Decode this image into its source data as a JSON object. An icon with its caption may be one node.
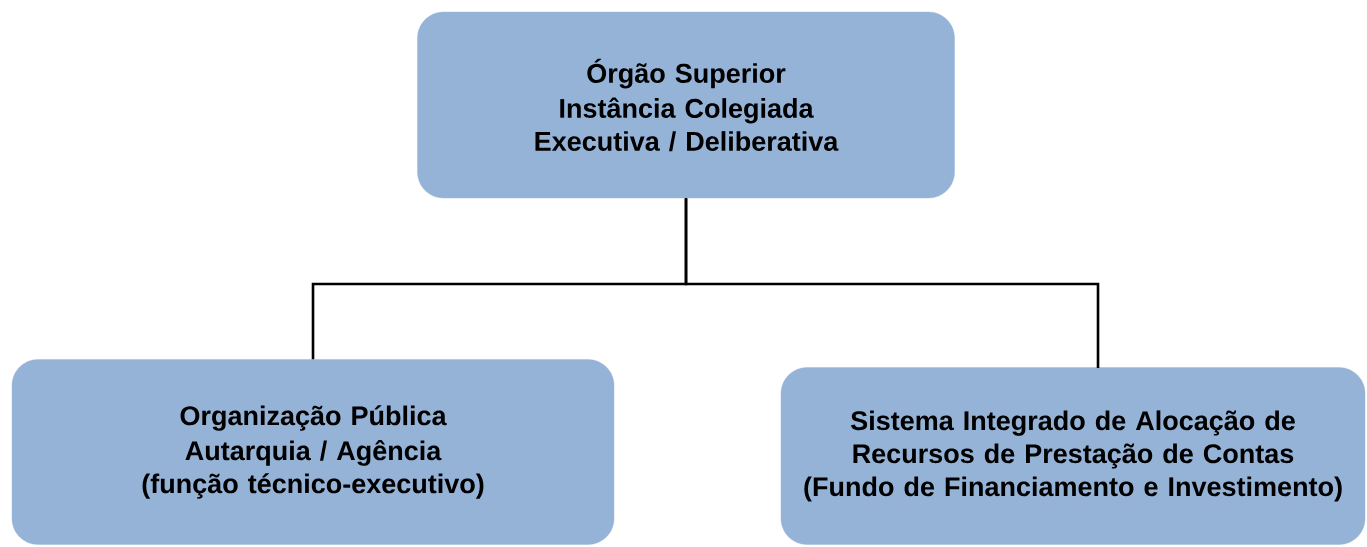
{
  "diagram": {
    "nodes": [
      {
        "text": [
          "Órgão Superior",
          "Instância Colegiada Executiva / Deliberativa"
        ]
      },
      {
        "text": [
          "Organização Pública",
          "Autarquia / Agência (função técnico-executivo)"
        ]
      },
      {
        "text": [
          "Sistema Integrado de Alocação de Recursos de Prestação de Contas (Fundo de Financiamento e Investimento)"
        ]
      }
    ],
    "edges": [
      {
        "from": 0,
        "to": 1,
        "arrow": "none"
      },
      {
        "from": 0,
        "to": 2,
        "arrow": "none"
      }
    ]
  }
}
